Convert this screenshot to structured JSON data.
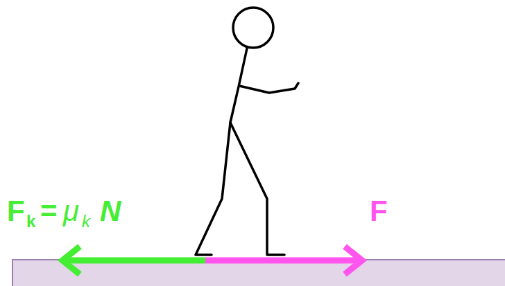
{
  "diagram": {
    "labels": [
      "F",
      "k",
      "=",
      "μ",
      "k",
      "N",
      "F"
    ]
  }
}
